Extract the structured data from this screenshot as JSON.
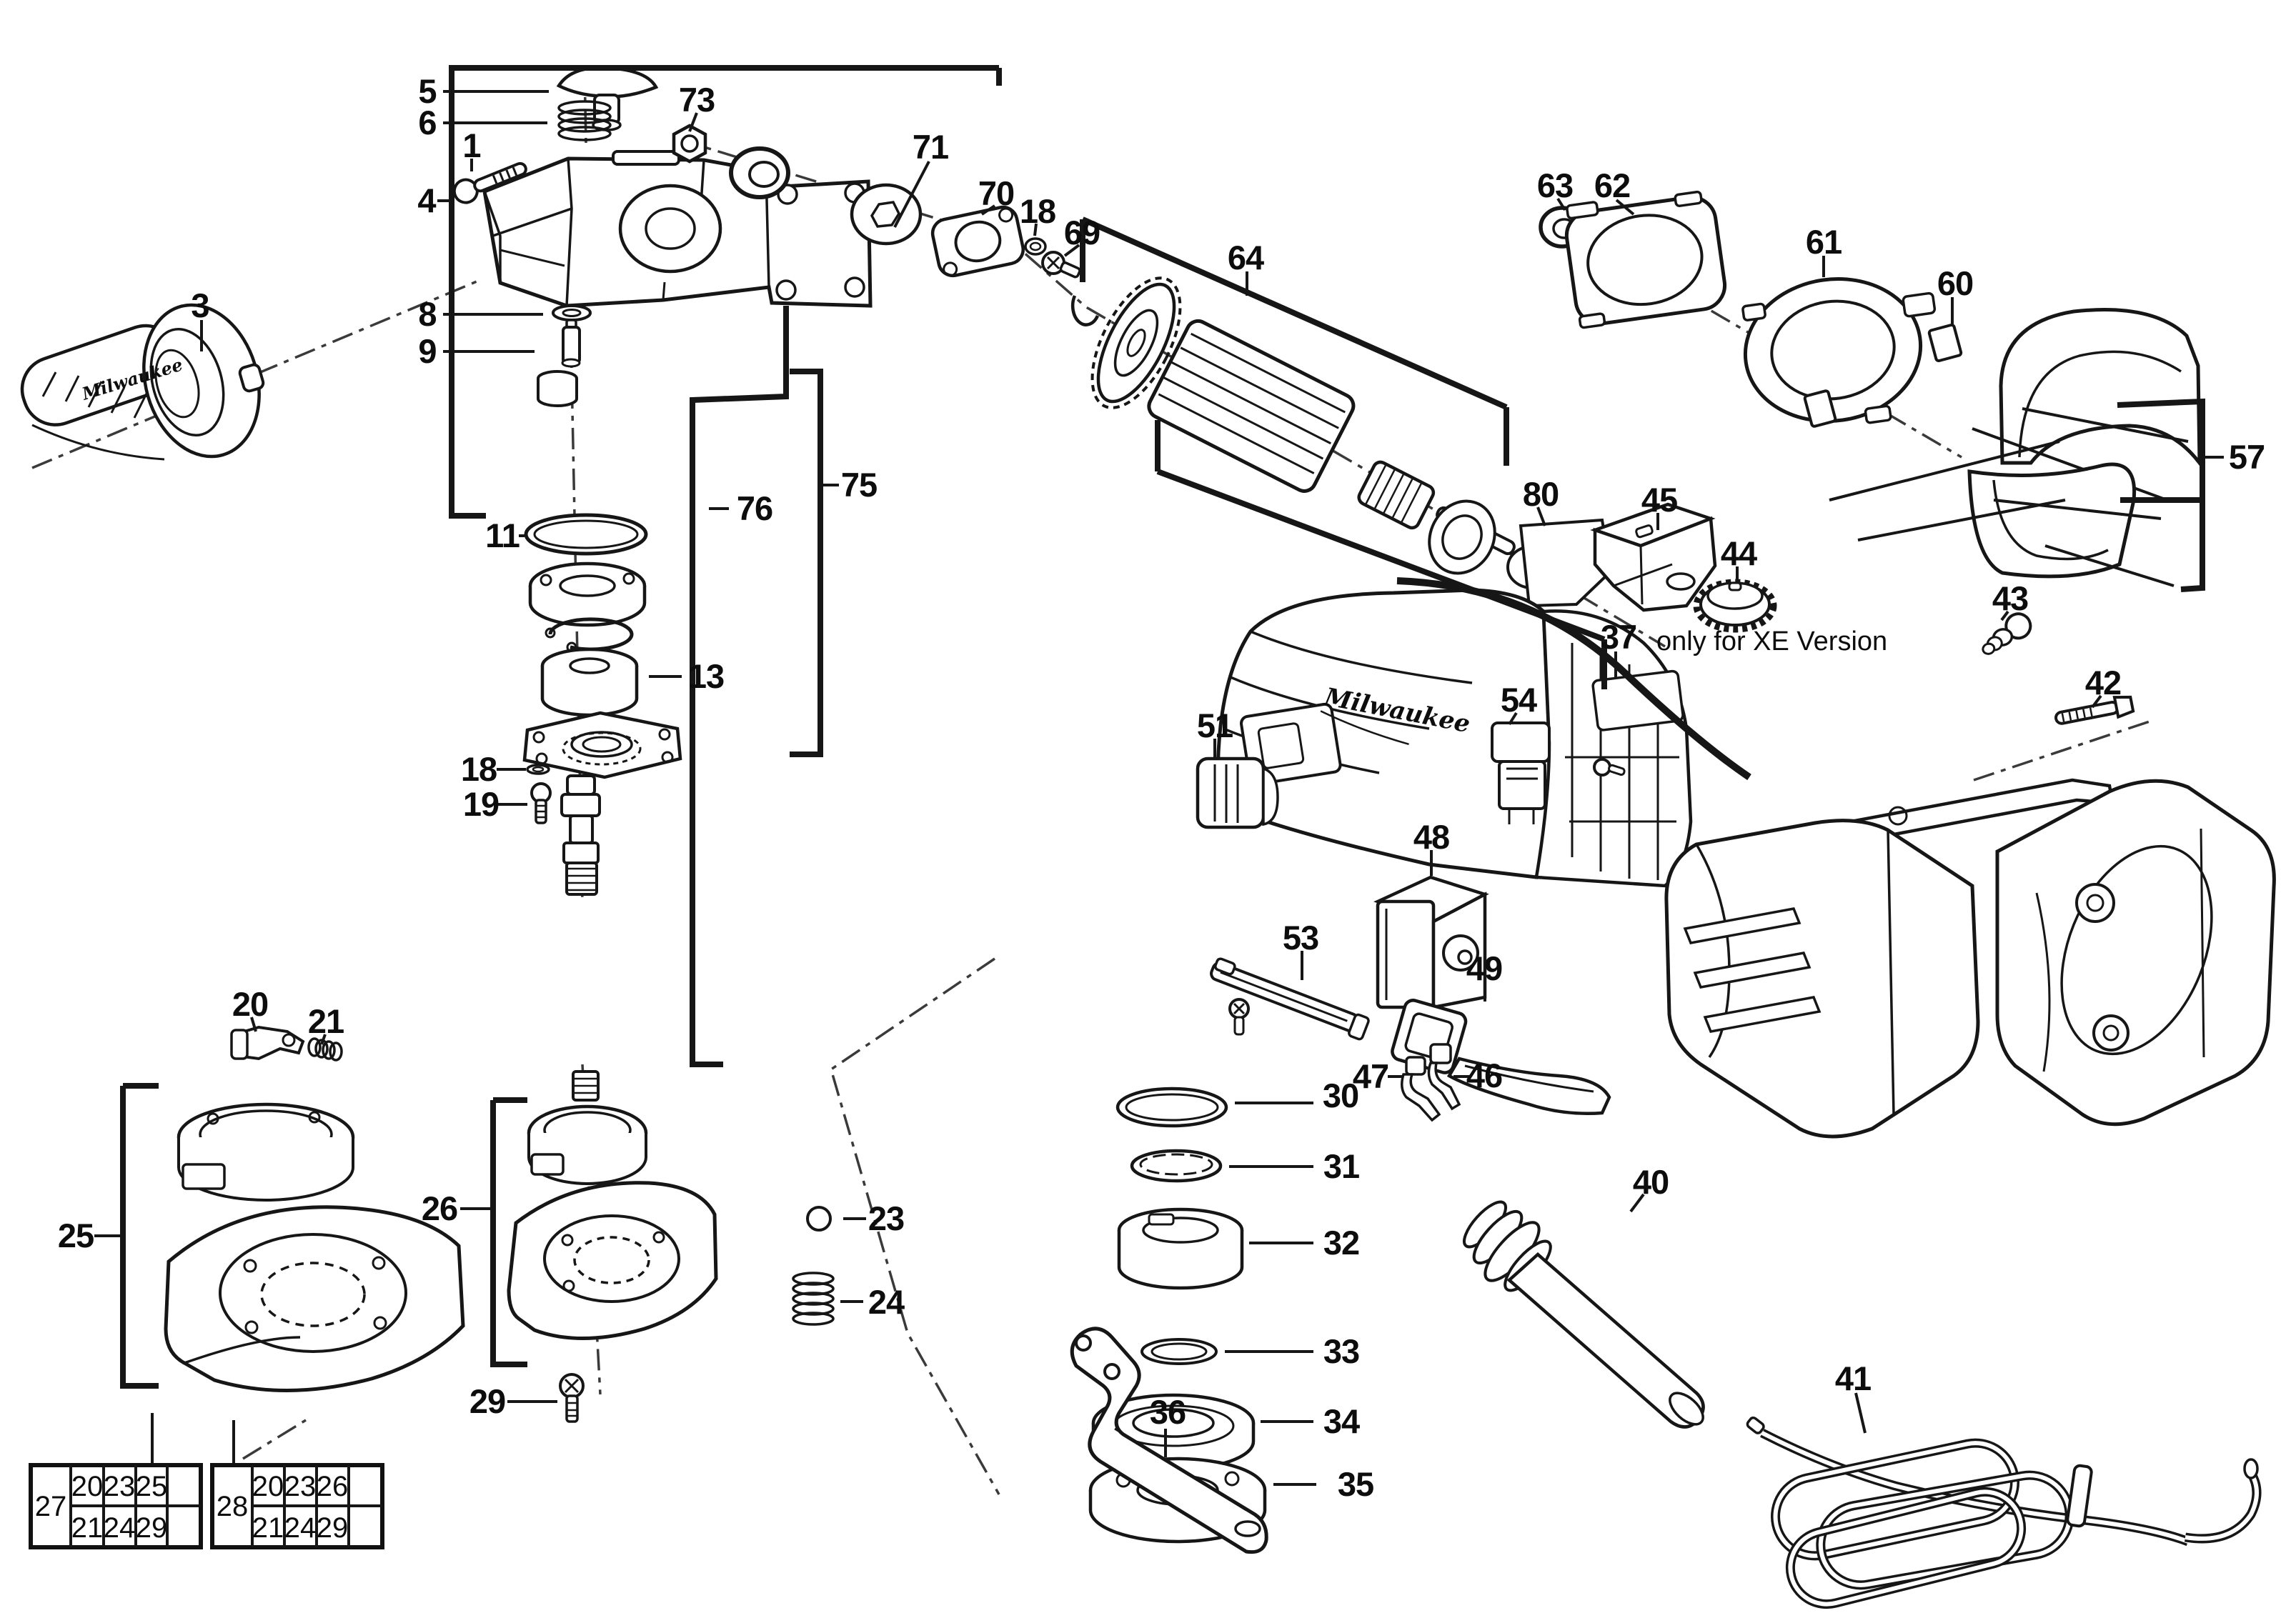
{
  "diagram": {
    "annotation": "only for XE Version",
    "brand_marking": "Milwaukee",
    "labels": {
      "n1": {
        "text": "1"
      },
      "n3": {
        "text": "3"
      },
      "n4": {
        "text": "4"
      },
      "n5": {
        "text": "5"
      },
      "n6": {
        "text": "6"
      },
      "n8": {
        "text": "8"
      },
      "n9": {
        "text": "9"
      },
      "n11": {
        "text": "11"
      },
      "n13": {
        "text": "13"
      },
      "n18a": {
        "text": "18"
      },
      "n18b": {
        "text": "18"
      },
      "n19": {
        "text": "19"
      },
      "n20": {
        "text": "20"
      },
      "n21": {
        "text": "21"
      },
      "n23": {
        "text": "23"
      },
      "n24": {
        "text": "24"
      },
      "n25": {
        "text": "25"
      },
      "n26": {
        "text": "26"
      },
      "n29": {
        "text": "29"
      },
      "n30": {
        "text": "30"
      },
      "n31": {
        "text": "31"
      },
      "n32": {
        "text": "32"
      },
      "n33": {
        "text": "33"
      },
      "n34": {
        "text": "34"
      },
      "n35": {
        "text": "35"
      },
      "n36": {
        "text": "36"
      },
      "n37": {
        "text": "37"
      },
      "n40": {
        "text": "40"
      },
      "n41": {
        "text": "41"
      },
      "n42": {
        "text": "42"
      },
      "n43": {
        "text": "43"
      },
      "n44": {
        "text": "44"
      },
      "n45": {
        "text": "45"
      },
      "n46": {
        "text": "46"
      },
      "n47": {
        "text": "47"
      },
      "n48": {
        "text": "48"
      },
      "n49": {
        "text": "49"
      },
      "n51": {
        "text": "51"
      },
      "n53": {
        "text": "53"
      },
      "n54": {
        "text": "54"
      },
      "n57": {
        "text": "57"
      },
      "n60": {
        "text": "60"
      },
      "n61": {
        "text": "61"
      },
      "n62": {
        "text": "62"
      },
      "n63": {
        "text": "63"
      },
      "n64": {
        "text": "64"
      },
      "n69": {
        "text": "69"
      },
      "n70": {
        "text": "70"
      },
      "n71": {
        "text": "71"
      },
      "n73": {
        "text": "73"
      },
      "n75": {
        "text": "75"
      },
      "n76": {
        "text": "76"
      },
      "n80": {
        "text": "80"
      }
    },
    "tables": {
      "t1": {
        "key": "27",
        "rows": [
          [
            "20",
            "23",
            "25",
            ""
          ],
          [
            "21",
            "24",
            "29",
            ""
          ]
        ]
      },
      "t2": {
        "key": "28",
        "rows": [
          [
            "20",
            "23",
            "26",
            ""
          ],
          [
            "21",
            "24",
            "29",
            ""
          ]
        ]
      }
    }
  }
}
